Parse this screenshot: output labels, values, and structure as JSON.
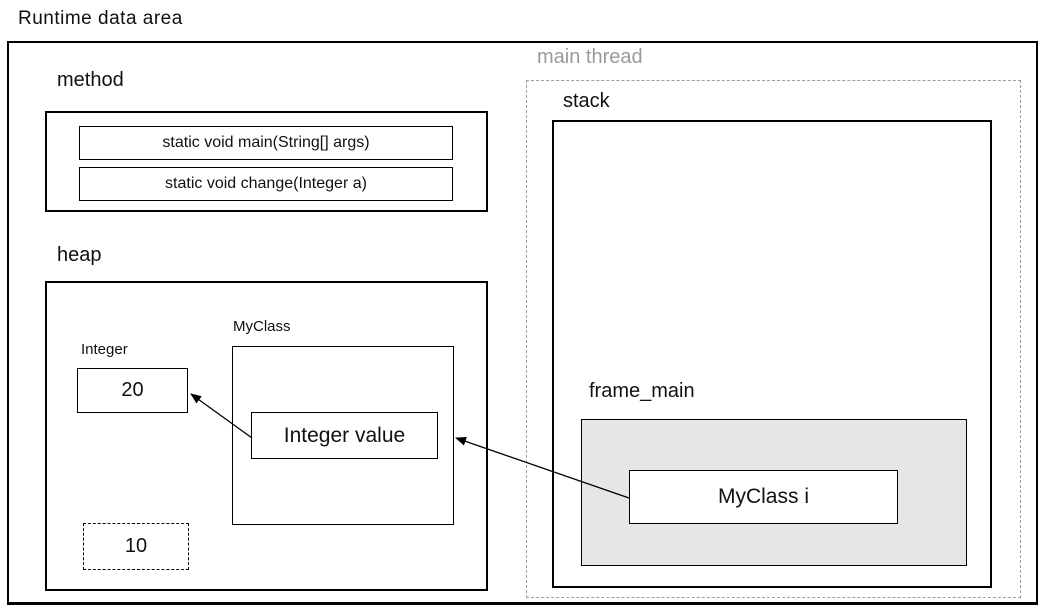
{
  "title": "Runtime data area",
  "method": {
    "label": "method",
    "entries": [
      "static void main(String[] args)",
      "static void change(Integer a)"
    ]
  },
  "heap": {
    "label": "heap",
    "integer_label": "Integer",
    "integer_value": "20",
    "myclass_label": "MyClass",
    "field_label": "Integer value",
    "detached_value": "10"
  },
  "thread": {
    "label": "main thread",
    "stack_label": "stack",
    "frame_label": "frame_main",
    "variable_label": "MyClass i"
  },
  "arrows": [
    {
      "from": "Integer value",
      "to": "20"
    },
    {
      "from": "MyClass i",
      "to": "Integer value"
    }
  ],
  "colors": {
    "line": "#000000",
    "muted_text": "#9a9a9a",
    "dashed_border": "#9d9d9d",
    "frame_fill": "#e6e6e6",
    "background": "#ffffff"
  }
}
